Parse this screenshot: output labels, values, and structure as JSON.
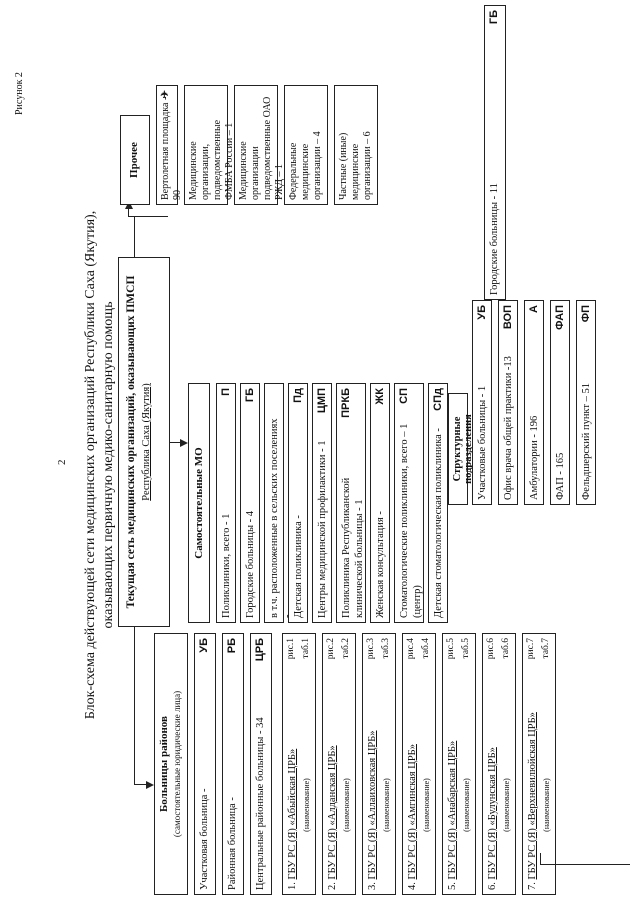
{
  "page_number": "2",
  "figure_label": "Рисунок 2",
  "title_line1": "Блок-схема действующей сети медицинских организаций Республики Саха (Якутия),",
  "title_line2": "оказывающих первичную медико-санитарную помощь",
  "root": {
    "line1": "Текущая сеть медицинских организаций, оказывающих ПМСП",
    "line2": "Республика Саха (Якутия)"
  },
  "col1": {
    "header": "Больницы районов",
    "header_sub": "(самостоятельные юридические лица)",
    "items": [
      {
        "text": "Участковая больница -",
        "code": "УБ"
      },
      {
        "text": "Районная больница -",
        "code": "РБ"
      },
      {
        "text": "Центральные районные больницы - 34",
        "code": "ЦРБ"
      }
    ],
    "crb": [
      {
        "num": "1.",
        "name": "ГБУ РС (Я) «Абыйская ЦРБ»",
        "ris": "рис.1",
        "tab": "таб.1"
      },
      {
        "num": "2.",
        "name": "ГБУ РС (Я) «Алданская ЦРБ»",
        "ris": "рис.2",
        "tab": "таб.2"
      },
      {
        "num": "3.",
        "name": "ГБУ РС (Я) «Аллаиховская ЦРБ»",
        "ris": "рис.3",
        "tab": "таб.3"
      },
      {
        "num": "4.",
        "name": "ГБУ РС (Я) «Амгинская ЦРБ»",
        "ris": "рис.4",
        "tab": "таб.4"
      },
      {
        "num": "5.",
        "name": "ГБУ РС (Я) «Анабарская ЦРБ»",
        "ris": "рис.5",
        "tab": "таб.5"
      },
      {
        "num": "6.",
        "name": "ГБУ РС (Я) «Булунская ЦРБ»",
        "ris": "рис.6",
        "tab": "таб.6"
      },
      {
        "num": "7.",
        "name": "ГБУ РС (Я) «Верхневилюйская ЦРБ»",
        "ris": "рис.7",
        "tab": "таб.7"
      }
    ],
    "name_caption": "(наименование)"
  },
  "col2": {
    "header": "Самостоятельные МО",
    "items": [
      {
        "text": "Поликлиники, всего - 1",
        "code": "П"
      },
      {
        "text": "Городские больницы - 4",
        "code": "ГБ"
      },
      {
        "text": "в т.ч. расположенные в сельских поселениях -",
        "code": ""
      },
      {
        "text": "Детская поликлиника -",
        "code": "Пд"
      },
      {
        "text": "Центры медицинской профилактики - 1",
        "code": "ЦМП"
      },
      {
        "text": "Поликлиника Республиканской клинической больницы - 1",
        "code": "ПРКБ"
      },
      {
        "text": "Женская консультация -",
        "code": "ЖК"
      },
      {
        "text": "Стоматологические поликлиники, всего – 1 (центр)",
        "code": "СП"
      },
      {
        "text": "Детская стоматологическая поликлиника -",
        "code": "СПд"
      }
    ],
    "struct_header": "Структурные подразделения",
    "struct_items": [
      {
        "text": "Участковые больницы - 1",
        "code": "УБ"
      },
      {
        "text": "Офис врача общей практики -13",
        "code": "ВОП"
      },
      {
        "text": "Амбулатории - 196",
        "code": "А"
      },
      {
        "text": "ФАП - 165",
        "code": "ФАП"
      },
      {
        "text": "Фельдшерский пункт – 51",
        "code": "ФП"
      }
    ]
  },
  "col3": {
    "header": "Прочее",
    "items": [
      {
        "text": "Вертолетная площадка - 90"
      },
      {
        "text": "Медицинские организации, подведомственные ФМБА России – 1"
      },
      {
        "text": "Медицинские организации подведомственные ОАО РЖД – 1"
      },
      {
        "text": "Федеральные медицинские организации – 4"
      },
      {
        "text": "Частные (иные) медицинские организации – 6"
      }
    ],
    "gb_text": "Городские больницы - 11",
    "gb_code": "ГБ"
  }
}
